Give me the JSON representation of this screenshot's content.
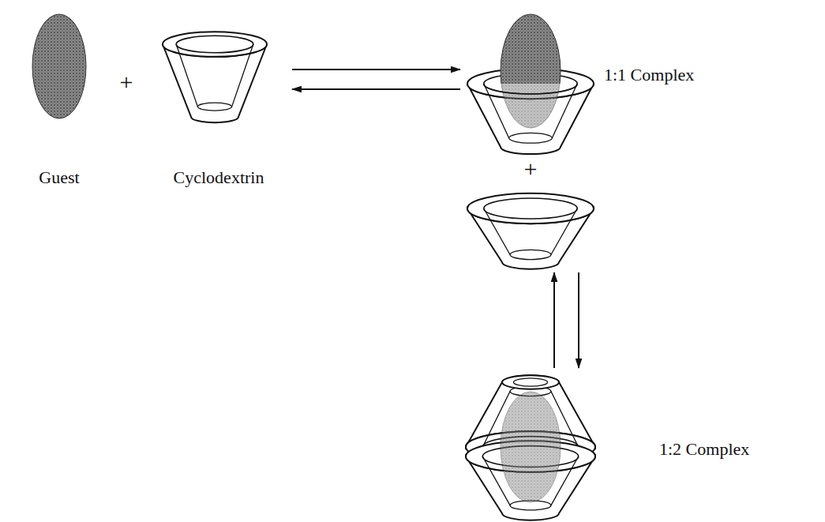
{
  "diagram": {
    "nodes": [
      {
        "text": [
          "Guest"
        ]
      },
      {
        "text": [
          "Cyclodextrin"
        ]
      },
      {
        "text": [
          "1:1 Complex"
        ]
      },
      {
        "text": [
          "1:2 Complex"
        ]
      }
    ],
    "edges": [
      {
        "from": 1,
        "to": 2,
        "arrow": "both"
      },
      {
        "from": 2,
        "to": 3,
        "arrow": "both"
      }
    ],
    "labels": [
      "+",
      "+"
    ]
  }
}
